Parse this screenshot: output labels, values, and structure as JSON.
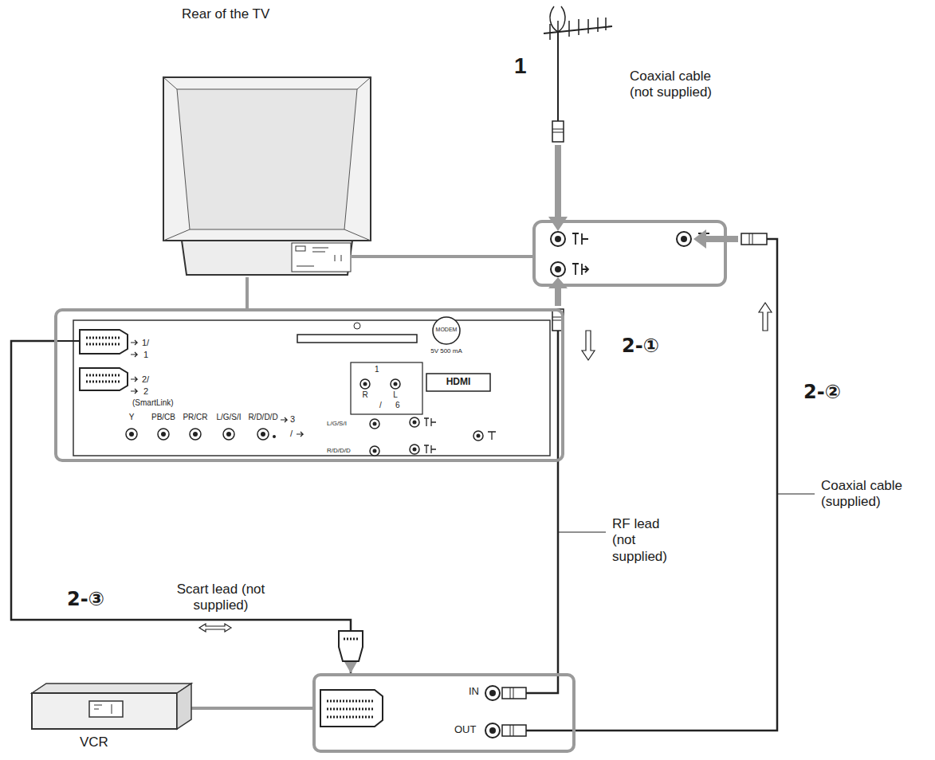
{
  "diagram": {
    "nodes": [
      {
        "text": [
          "Rear of the TV"
        ]
      },
      {
        "text": [
          "1/",
          "1",
          "2/",
          "2",
          "(SmartLink)",
          "MODEM",
          "5V 500 mA",
          "1",
          "R",
          "L",
          "/",
          "6",
          "HDMI",
          "L/G/S/I",
          "R/D/D/D",
          "Y",
          "PB/CB",
          "PR/CR",
          "L/G/S/I",
          "R/D/D/D",
          "3",
          "/"
        ]
      },
      {
        "text": [
          "VCR"
        ]
      },
      {
        "text": [
          "IN",
          "OUT"
        ]
      }
    ],
    "edges": [
      {
        "from": 0,
        "to": 1,
        "arrow": "none"
      },
      {
        "from": 1,
        "to": 3,
        "arrow": "to"
      },
      {
        "from": 2,
        "to": 3,
        "arrow": "none"
      }
    ],
    "labels": [
      "1",
      "Coaxial cable (not supplied)",
      "2-①",
      "RF lead (not supplied)",
      "2-②",
      "Coaxial cable (supplied)",
      "2-③",
      "Scart lead (not supplied)"
    ]
  }
}
